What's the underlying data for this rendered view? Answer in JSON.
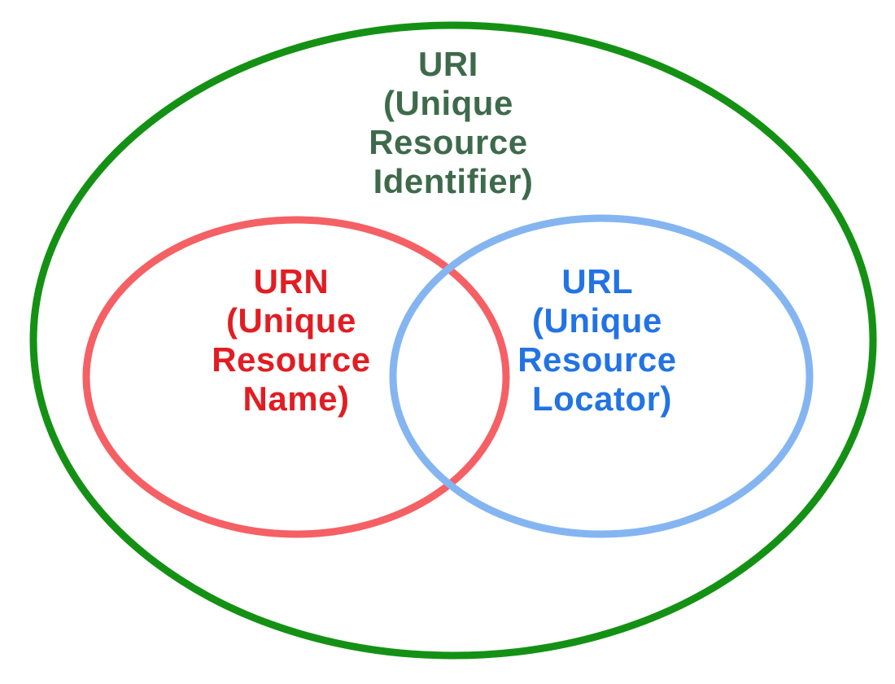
{
  "diagram": {
    "background_color": "#ffffff",
    "uri": {
      "lines": [
        "URI",
        "(Unique",
        "Resource",
        "Identifier)"
      ],
      "stroke_color": "#149114",
      "text_color": "#3e6a4b"
    },
    "urn": {
      "lines": [
        "URN",
        "(Unique",
        "Resource",
        "Name)"
      ],
      "stroke_color": "#f56065",
      "text_color": "#e11d23"
    },
    "url": {
      "lines": [
        "URL",
        "(Unique",
        "Resource",
        "Locator)"
      ],
      "stroke_color": "#84b5f1",
      "text_color": "#2273e3"
    }
  }
}
